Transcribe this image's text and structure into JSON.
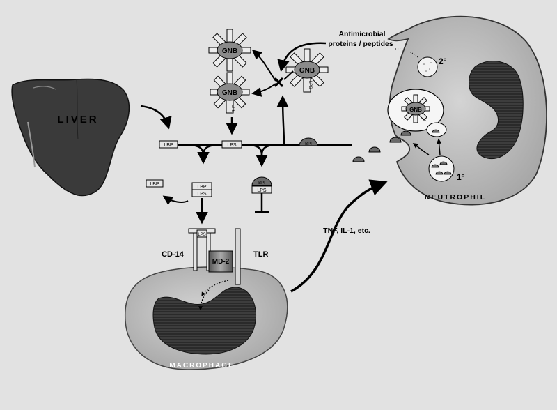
{
  "organs": {
    "liver": "LIVER",
    "neutrophil": "NEUTROPHIL",
    "macrophage": "MACROPHAGE"
  },
  "labels": {
    "antimicrobial_line1": "Antimicrobial",
    "antimicrobial_line2": "proteins / peptides",
    "cd14": "CD-14",
    "tlr": "TLR",
    "md2": "MD-2",
    "cytokines": "TNF, IL-1, etc.",
    "granule_secondary": "2°",
    "granule_primary": "1°"
  },
  "molecules": {
    "gnb": "GNB",
    "lbp": "LBP",
    "lps": "LPS",
    "bpi": "BPI"
  },
  "colors": {
    "background": "#e2e2e2",
    "liver": "#3a3a3a",
    "cell_fill": "#c8c8c8",
    "nucleus": "#2e2e2e",
    "bpi": "#6a6a6a",
    "gnb": "#8a8a8a"
  }
}
